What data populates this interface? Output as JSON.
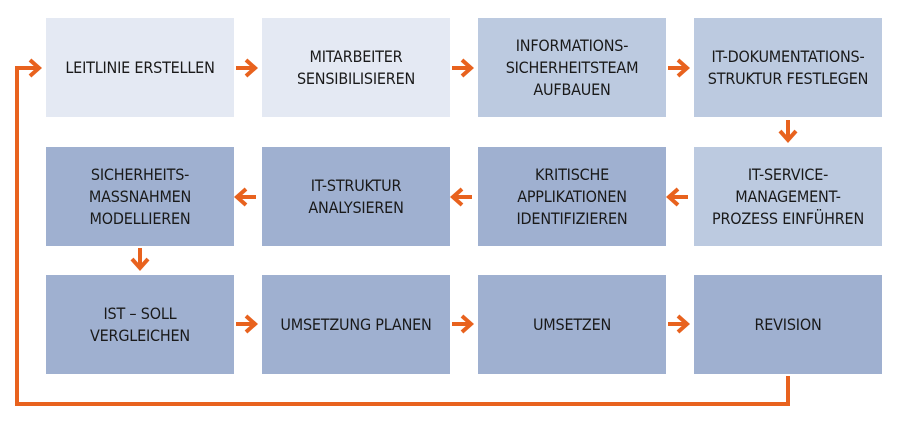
{
  "steps": [
    {
      "label": "LEITLINIE ERSTELLEN",
      "shade": "#e4e9f3"
    },
    {
      "label": "MITARBEITER\nSENSIBILISIEREN",
      "shade": "#e4e9f3"
    },
    {
      "label": "INFORMATIONS-\nSICHERHEITSTEAM\nAUFBAUEN",
      "shade": "#bccae0"
    },
    {
      "label": "IT-DOKUMENTATIONS-\nSTRUKTUR FESTLEGEN",
      "shade": "#bccae0"
    },
    {
      "label": "IT-SERVICE-\nMANAGEMENT-\nPROZESS EINFÜHREN",
      "shade": "#bccae0"
    },
    {
      "label": "KRITISCHE\nAPPLIKATIONEN\nIDENTIFIZIEREN",
      "shade": "#9fb0d0"
    },
    {
      "label": "IT-STRUKTUR\nANALYSIEREN",
      "shade": "#9fb0d0"
    },
    {
      "label": "SICHERHEITS-\nMASSNAHMEN\nMODELLIEREN",
      "shade": "#9fb0d0"
    },
    {
      "label": "IST – SOLL\nVERGLEICHEN",
      "shade": "#9fb0d0"
    },
    {
      "label": "UMSETZUNG PLANEN",
      "shade": "#9fb0d0"
    },
    {
      "label": "UMSETZEN",
      "shade": "#9fb0d0"
    },
    {
      "label": "REVISION",
      "shade": "#9fb0d0"
    }
  ],
  "colors": {
    "arrow": "#e8621e",
    "text": "#1a1a1a"
  }
}
